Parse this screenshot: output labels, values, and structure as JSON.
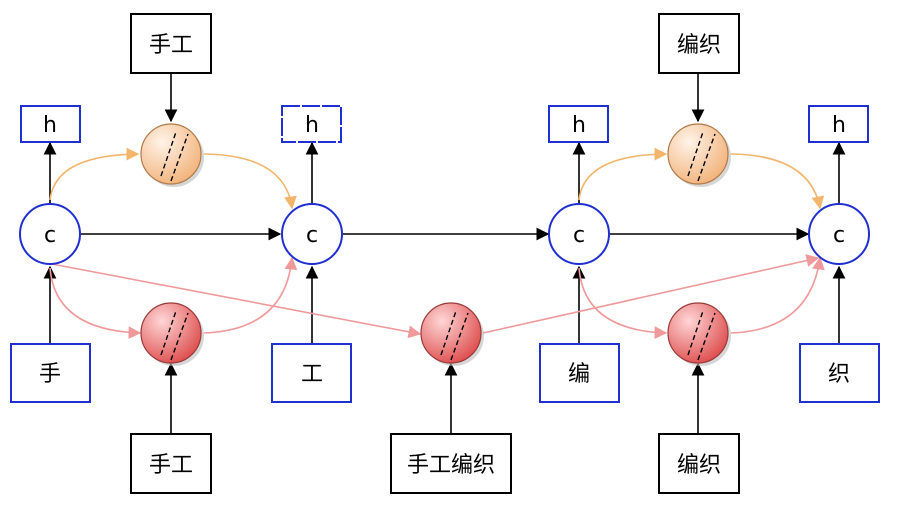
{
  "diagram": {
    "cell_label": "c",
    "hidden_label": "h",
    "char_inputs": [
      "手",
      "工",
      "编",
      "织"
    ],
    "word_inputs_top": [
      "手工",
      "编织"
    ],
    "word_inputs_bottom": [
      "手工",
      "手工编织",
      "编织"
    ],
    "colors": {
      "blue": "#1f2fd0",
      "orange_link": "#f2b56b",
      "red_link": "#ef9a9a",
      "orange_fill": "#f6c79f",
      "red_fill": "#e46a6a"
    }
  }
}
